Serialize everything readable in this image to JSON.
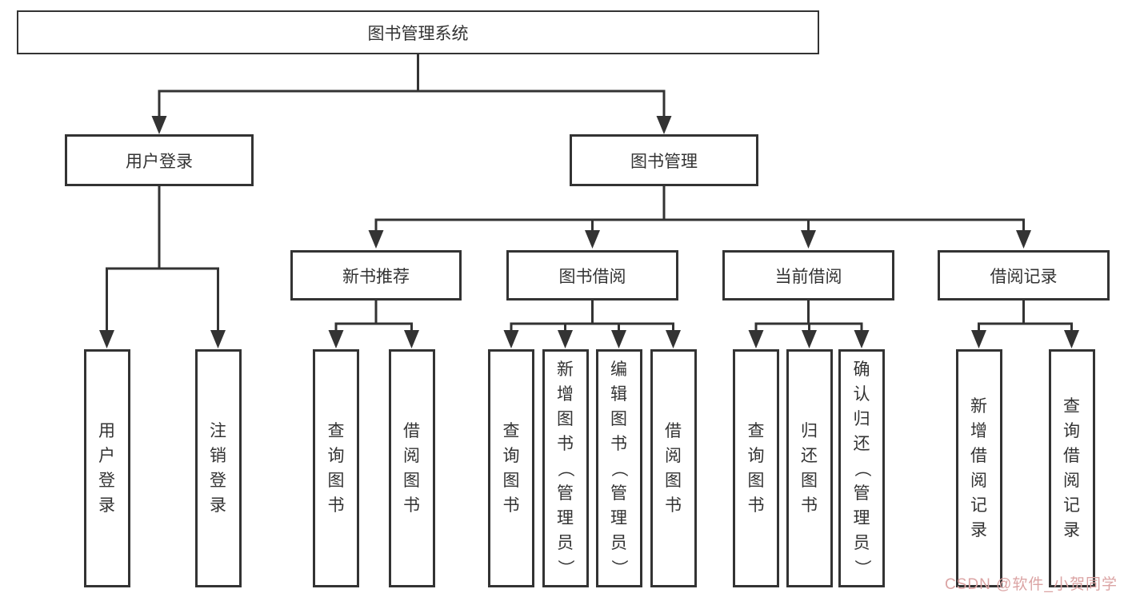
{
  "tree": {
    "root": "图书管理系统",
    "branches": [
      {
        "label": "用户登录",
        "leaves": [
          "用户登录",
          "注销登录"
        ]
      },
      {
        "label": "图书管理",
        "groups": [
          {
            "label": "新书推荐",
            "leaves": [
              "查询图书",
              "借阅图书"
            ]
          },
          {
            "label": "图书借阅",
            "leaves": [
              "查询图书",
              "新增图书（管理员）",
              "编辑图书（管理员）",
              "借阅图书"
            ]
          },
          {
            "label": "当前借阅",
            "leaves": [
              "查询图书",
              "归还图书",
              "确认归还（管理员）"
            ]
          },
          {
            "label": "借阅记录",
            "leaves": [
              "新增借阅记录",
              "查询借阅记录"
            ]
          }
        ]
      }
    ]
  },
  "watermark": {
    "text": "CSDN @软件_小贺同学",
    "color": "#dba4a4"
  },
  "colors": {
    "line": "#333333",
    "border": "#333333",
    "text": "#333333",
    "background": "#ffffff"
  }
}
